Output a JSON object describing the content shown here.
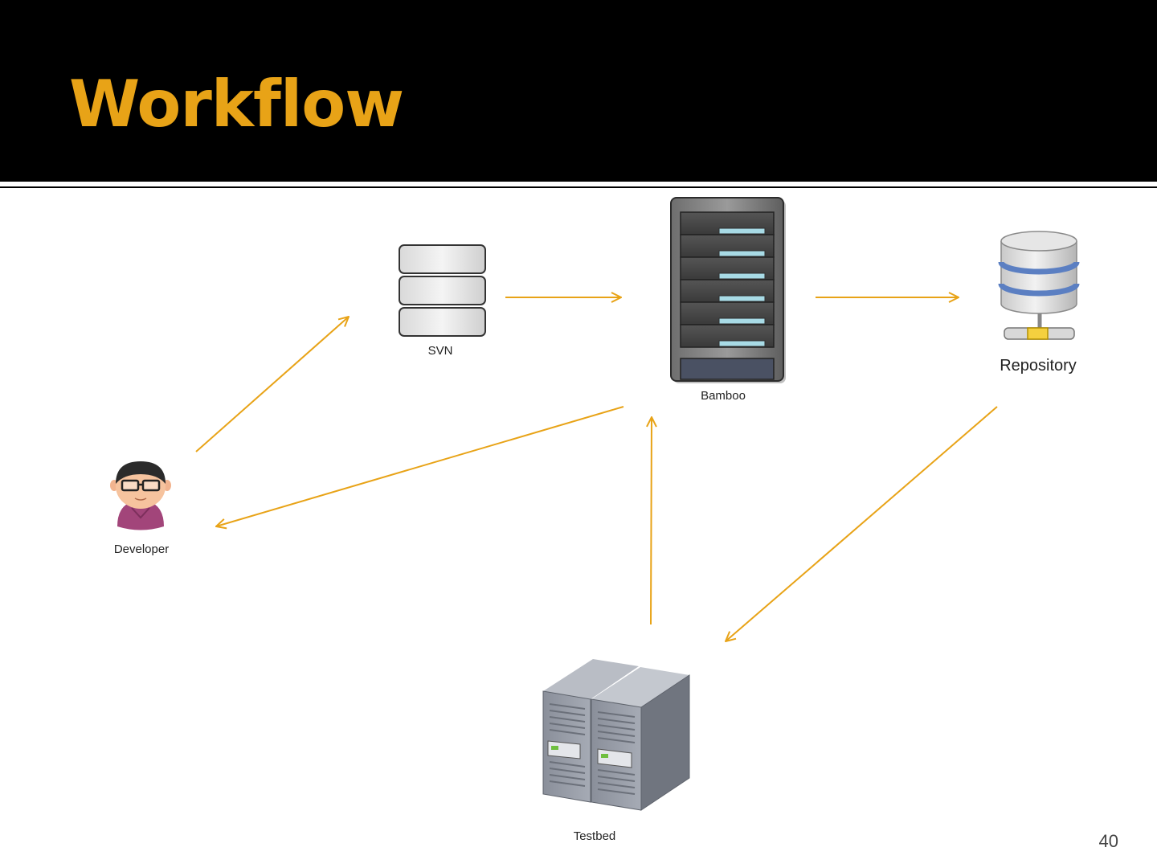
{
  "slide": {
    "title": "Workflow",
    "title_color": "#E8A317",
    "page_number": "40"
  },
  "diagram": {
    "arrow_color": "#E8A317",
    "nodes": [
      {
        "id": "developer",
        "label": "Developer",
        "icon": "developer-person-icon"
      },
      {
        "id": "svn",
        "label": "SVN",
        "icon": "svn-stack-icon"
      },
      {
        "id": "bamboo",
        "label": "Bamboo",
        "icon": "server-rack-icon"
      },
      {
        "id": "repository",
        "label": "Repository",
        "icon": "database-icon"
      },
      {
        "id": "testbed",
        "label": "Testbed",
        "icon": "tower-servers-icon"
      }
    ],
    "edges": [
      {
        "from": "developer",
        "to": "svn"
      },
      {
        "from": "svn",
        "to": "bamboo"
      },
      {
        "from": "bamboo",
        "to": "repository"
      },
      {
        "from": "bamboo",
        "to": "developer"
      },
      {
        "from": "repository",
        "to": "testbed"
      },
      {
        "from": "testbed",
        "to": "bamboo"
      }
    ]
  }
}
